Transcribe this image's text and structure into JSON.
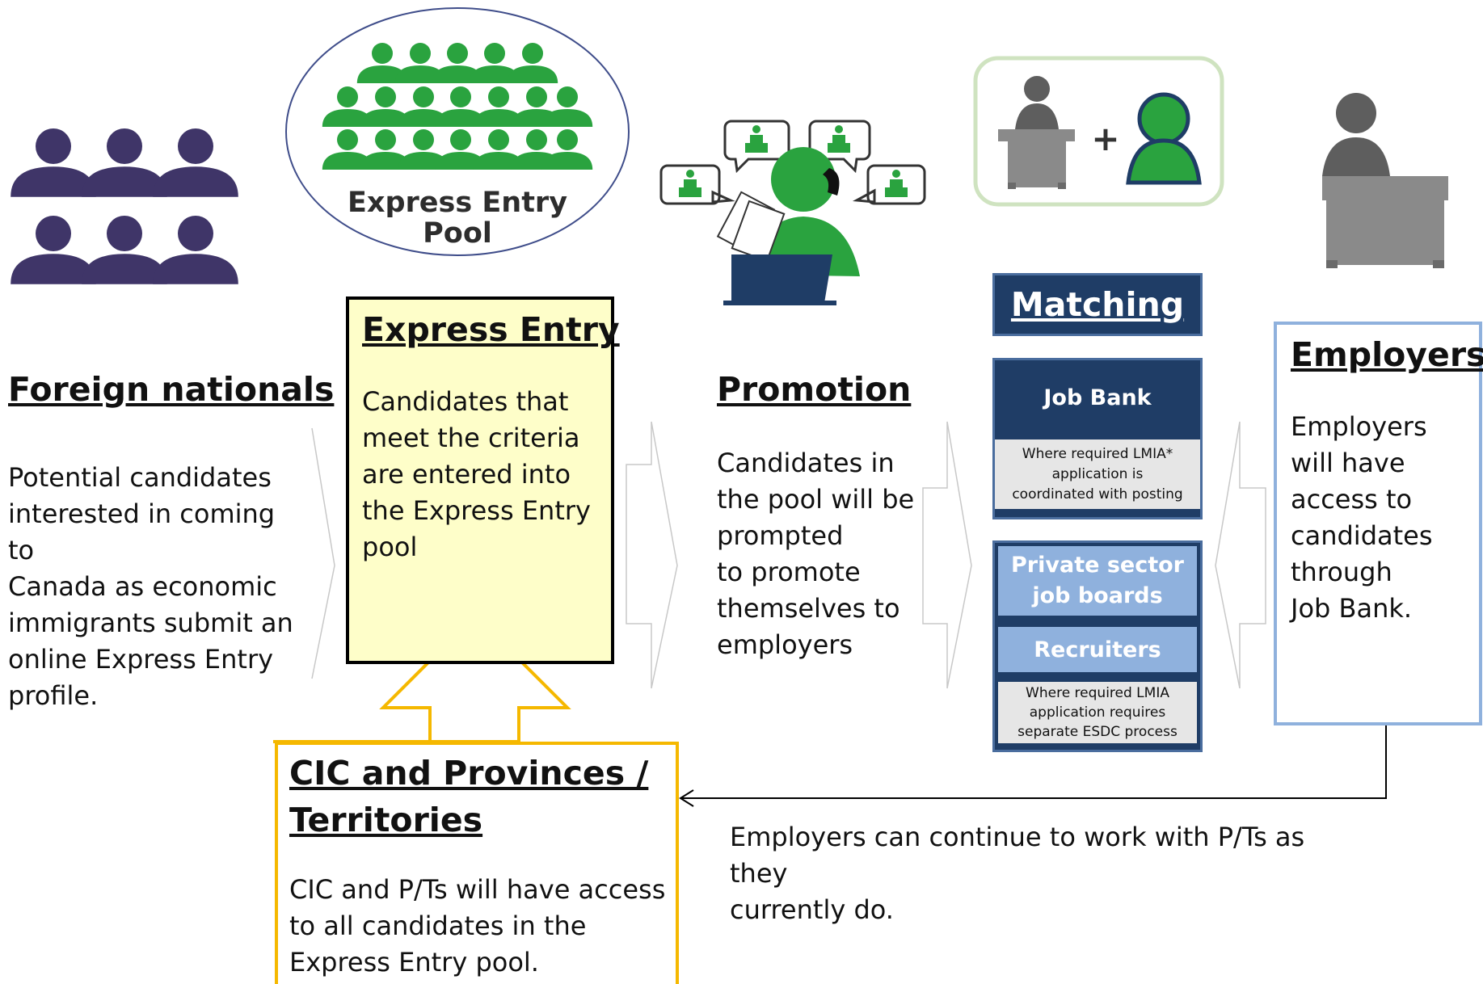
{
  "pool_label": [
    "Express Entry",
    "Pool"
  ],
  "foreign_nationals": {
    "heading": "Foreign nationals",
    "lines": [
      "Potential candidates",
      "interested in coming to",
      "Canada as economic",
      "immigrants submit an",
      "online Express Entry",
      "profile."
    ]
  },
  "express_entry": {
    "heading": "Express Entry",
    "lines": [
      "Candidates that",
      "meet the criteria",
      "are entered into",
      "the Express Entry",
      "pool"
    ]
  },
  "promotion": {
    "heading": "Promotion",
    "lines": [
      "Candidates in",
      "the pool will be",
      "prompted",
      "to promote",
      "themselves to",
      "employers"
    ]
  },
  "matching": {
    "title": "Matching",
    "job_bank": "Job Bank",
    "job_bank_note": [
      "Where required LMIA*",
      "application is",
      "coordinated with posting"
    ],
    "private_sector": [
      "Private sector",
      "job boards"
    ],
    "recruiters": "Recruiters",
    "recruiters_note": [
      "Where required LMIA",
      "application requires",
      "separate ESDC process"
    ]
  },
  "employers": {
    "heading": "Employers",
    "lines": [
      "Employers",
      "will have",
      "access to",
      "candidates",
      "through",
      "Job Bank."
    ]
  },
  "cic": {
    "heading_lines": [
      "CIC and Provinces /",
      "Territories"
    ],
    "lines": [
      "CIC and P/Ts will have access",
      "to all candidates in the",
      "Express Entry pool."
    ]
  },
  "employers_pt_note": [
    "Employers can continue to work with P/Ts as they",
    "currently do."
  ],
  "plus_sign": "+",
  "colors": {
    "purple": "#3f3568",
    "green": "#2aa33f",
    "navy": "#1f3d66",
    "light_blue": "#8fb1dd",
    "yellow_fill": "#fefec9",
    "gold": "#f5b800",
    "gray": "#7f7f7f"
  }
}
